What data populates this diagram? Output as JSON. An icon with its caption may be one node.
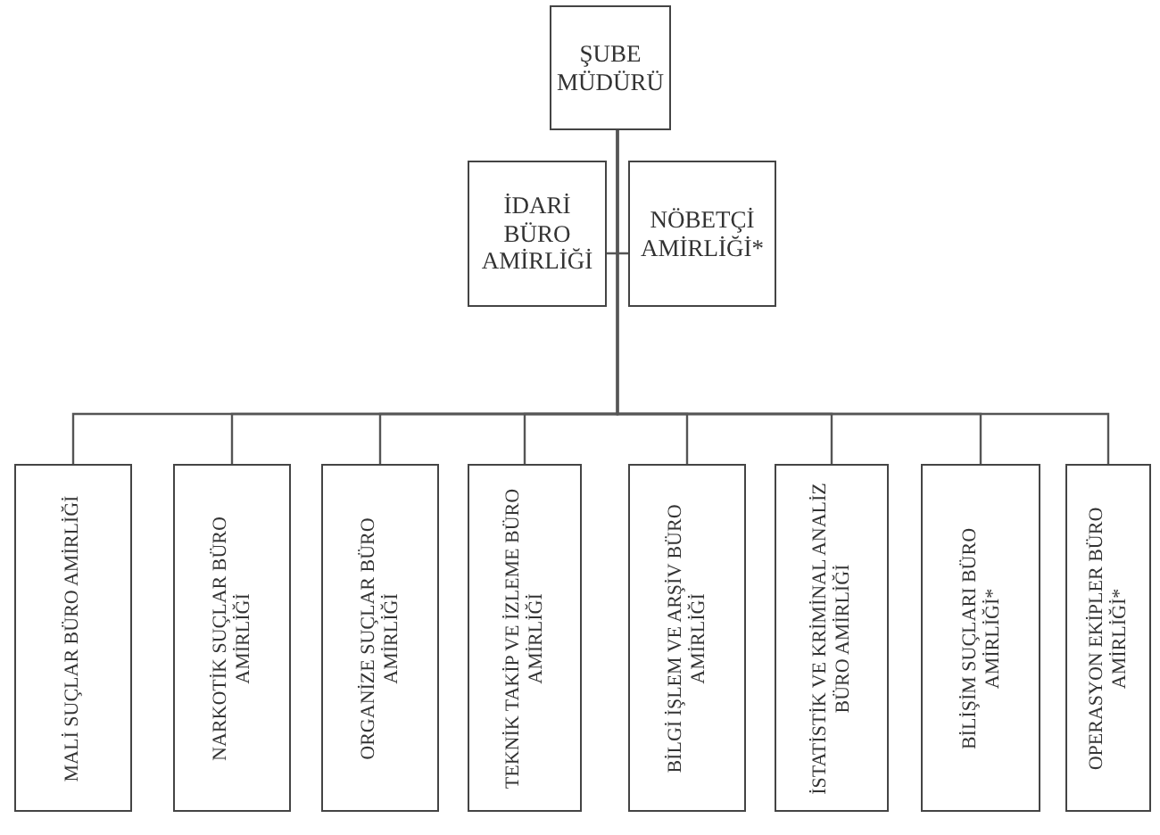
{
  "diagram": {
    "nodes": [
      {
        "text": [
          "ŞUBE MÜDÜRÜ"
        ]
      },
      {
        "text": [
          "İDARİ BÜRO AMİRLİĞİ"
        ]
      },
      {
        "text": [
          "NÖBETÇİ AMİRLİĞİ*"
        ]
      },
      {
        "text": [
          "MALİ SUÇLAR BÜRO AMİRLİĞİ"
        ]
      },
      {
        "text": [
          "NARKOTİK SUÇLAR BÜRO AMİRLİĞİ"
        ]
      },
      {
        "text": [
          "ORGANİZE SUÇLAR BÜRO AMİRLİĞİ"
        ]
      },
      {
        "text": [
          "TEKNİK TAKİP VE İZLEME BÜRO AMİRLİĞİ"
        ]
      },
      {
        "text": [
          "BİLGİ İŞLEM VE ARŞİV BÜRO AMİRLİĞİ"
        ]
      },
      {
        "text": [
          "İSTATİSTİK VE KRİMİNAL ANALİZ BÜRO AMİRLİĞİ"
        ]
      },
      {
        "text": [
          "BİLİŞİM SUÇLARI BÜRO AMİRLİĞİ*"
        ]
      },
      {
        "text": [
          "OPERASYON EKİPLER BÜRO AMİRLİĞİ*"
        ]
      }
    ],
    "edges": [
      {
        "from": 0,
        "to": 1,
        "arrow": "none"
      },
      {
        "from": 0,
        "to": 2,
        "arrow": "none"
      },
      {
        "from": 0,
        "to": 3,
        "arrow": "none"
      },
      {
        "from": 0,
        "to": 4,
        "arrow": "none"
      },
      {
        "from": 0,
        "to": 5,
        "arrow": "none"
      },
      {
        "from": 0,
        "to": 6,
        "arrow": "none"
      },
      {
        "from": 0,
        "to": 7,
        "arrow": "none"
      },
      {
        "from": 0,
        "to": 8,
        "arrow": "none"
      },
      {
        "from": 0,
        "to": 9,
        "arrow": "none"
      },
      {
        "from": 0,
        "to": 10,
        "arrow": "none"
      }
    ]
  }
}
